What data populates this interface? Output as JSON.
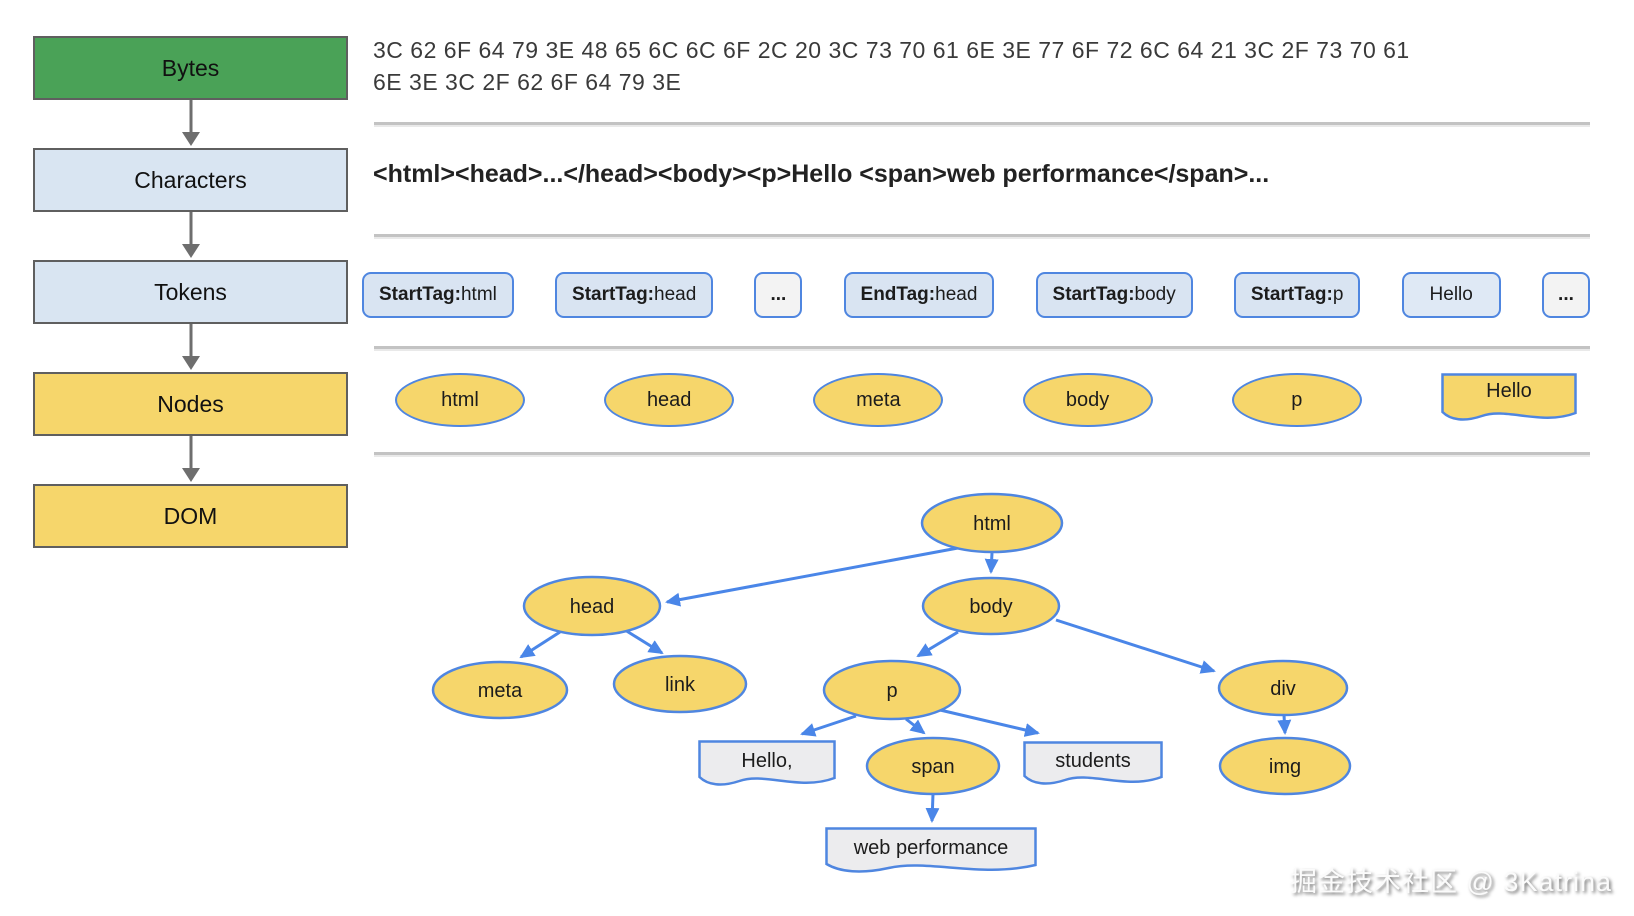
{
  "flow": {
    "steps": [
      {
        "id": "bytes",
        "label": "Bytes",
        "fill": "#4aa257"
      },
      {
        "id": "characters",
        "label": "Characters",
        "fill": "#d9e5f2"
      },
      {
        "id": "tokens",
        "label": "Tokens",
        "fill": "#d9e5f2"
      },
      {
        "id": "nodes",
        "label": "Nodes",
        "fill": "#f6d66b"
      },
      {
        "id": "dom",
        "label": "DOM",
        "fill": "#f6d66b"
      }
    ]
  },
  "bytes_row": {
    "lines": [
      "3C 62 6F 64 79 3E 48 65 6C 6C 6F 2C 20 3C 73 70 61 6E 3E 77 6F 72 6C 64 21 3C 2F 73 70 61",
      "6E 3E 3C 2F 62 6F 64 79 3E"
    ]
  },
  "characters_row": {
    "text": "<html><head>...</head><body><p>Hello <span>web performance</span>..."
  },
  "tokens_row": {
    "items": [
      {
        "bold": "StartTag:",
        "text": " html",
        "variant": "tag"
      },
      {
        "bold": "StartTag:",
        "text": " head",
        "variant": "tag"
      },
      {
        "bold": "",
        "text": "...",
        "variant": "ellipsis"
      },
      {
        "bold": "EndTag:",
        "text": " head",
        "variant": "tag"
      },
      {
        "bold": "StartTag:",
        "text": " body",
        "variant": "tag"
      },
      {
        "bold": "StartTag:",
        "text": " p",
        "variant": "tag"
      },
      {
        "bold": "",
        "text": "Hello",
        "variant": "text"
      },
      {
        "bold": "",
        "text": "...",
        "variant": "ellipsis"
      }
    ]
  },
  "nodes_row": {
    "items": [
      {
        "label": "html",
        "shape": "ellipse"
      },
      {
        "label": "head",
        "shape": "ellipse"
      },
      {
        "label": "meta",
        "shape": "ellipse"
      },
      {
        "label": "body",
        "shape": "ellipse"
      },
      {
        "label": "p",
        "shape": "ellipse"
      },
      {
        "label": "Hello",
        "shape": "flag"
      }
    ]
  },
  "dom_tree": {
    "nodes": [
      {
        "id": "html",
        "label": "html",
        "shape": "ellipse"
      },
      {
        "id": "head",
        "label": "head",
        "shape": "ellipse"
      },
      {
        "id": "body",
        "label": "body",
        "shape": "ellipse"
      },
      {
        "id": "meta",
        "label": "meta",
        "shape": "ellipse"
      },
      {
        "id": "link",
        "label": "link",
        "shape": "ellipse"
      },
      {
        "id": "p",
        "label": "p",
        "shape": "ellipse"
      },
      {
        "id": "div",
        "label": "div",
        "shape": "ellipse"
      },
      {
        "id": "hello",
        "label": "Hello,",
        "shape": "textflag"
      },
      {
        "id": "span",
        "label": "span",
        "shape": "ellipse"
      },
      {
        "id": "students",
        "label": "students",
        "shape": "textflag"
      },
      {
        "id": "img",
        "label": "img",
        "shape": "ellipse"
      },
      {
        "id": "webperf",
        "label": "web performance",
        "shape": "textflag"
      }
    ],
    "edges": [
      [
        "html",
        "head"
      ],
      [
        "html",
        "body"
      ],
      [
        "head",
        "meta"
      ],
      [
        "head",
        "link"
      ],
      [
        "body",
        "p"
      ],
      [
        "body",
        "div"
      ],
      [
        "p",
        "hello"
      ],
      [
        "p",
        "span"
      ],
      [
        "p",
        "students"
      ],
      [
        "span",
        "webperf"
      ],
      [
        "div",
        "img"
      ]
    ]
  },
  "watermark": "掘金技术社区 @ 3Katrina",
  "colors": {
    "flow_border": "#5f5f5f",
    "arrow_gray": "#6e6e6e",
    "node_fill": "#f6d66b",
    "node_border": "#4f86e0",
    "token_fill": "#d9e4f2",
    "token_text_fill": "#dfe9f5",
    "ellipsis_fill": "#f3f3f3",
    "textbox_fill": "#ececee",
    "arrow_blue": "#4a86e8"
  }
}
